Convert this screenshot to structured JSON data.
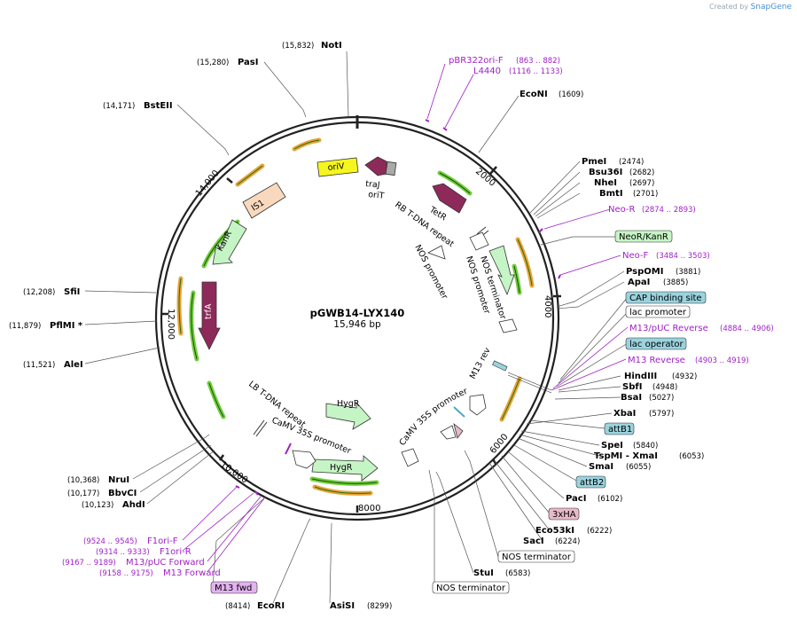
{
  "watermark": {
    "prefix": "Created by",
    "brand": "SnapGene"
  },
  "plasmid": {
    "name": "pGWB14-LYX140",
    "size": "15,946 bp",
    "length": 15946
  },
  "colors": {
    "backbone": "#222222",
    "enzyme": "#000000",
    "primer": "#a020c8",
    "orange_feature": "#e7a437",
    "green_feature": "#6fcf3a",
    "trfA": "#8e2a5a",
    "TetR": "#8e2a5a",
    "traJ": "#8e2a5a",
    "oriV": "#f6f51e",
    "IS1": "#f9d9bd",
    "KanR": "#c6f5c5",
    "HygR": "#c6f5c5",
    "NeoR": "#c6f5c5"
  },
  "ticks": [
    "2000",
    "4000",
    "6000",
    "8000",
    "10,000",
    "12,000",
    "14,000"
  ],
  "enzymes": [
    {
      "pos": "(15,832)",
      "name": "NotI"
    },
    {
      "pos": "(15,280)",
      "name": "PasI"
    },
    {
      "pos": "(14,171)",
      "name": "BstEII"
    },
    {
      "pos": "(12,208)",
      "name": "SfiI"
    },
    {
      "pos": "(11,879)",
      "name": "PflMI *"
    },
    {
      "pos": "(11,521)",
      "name": "AleI"
    },
    {
      "pos": "(10,368)",
      "name": "NruI"
    },
    {
      "pos": "(10,177)",
      "name": "BbvCI"
    },
    {
      "pos": "(10,123)",
      "name": "AhdI"
    },
    {
      "pos": "(8414)",
      "name": "EcoRI"
    },
    {
      "pos": "(8299)",
      "name": "AsiSI"
    },
    {
      "pos": "(1609)",
      "name": "EcoNI"
    },
    {
      "pos": "(2474)",
      "name": "PmeI"
    },
    {
      "pos": "(2682)",
      "name": "Bsu36I"
    },
    {
      "pos": "(2697)",
      "name": "NheI"
    },
    {
      "pos": "(2701)",
      "name": "BmtI"
    },
    {
      "pos": "(3881)",
      "name": "PspOMI"
    },
    {
      "pos": "(3885)",
      "name": "ApaI"
    },
    {
      "pos": "(4932)",
      "name": "HindIII"
    },
    {
      "pos": "(4948)",
      "name": "SbfI"
    },
    {
      "pos": "(5027)",
      "name": "BsaI"
    },
    {
      "pos": "(5797)",
      "name": "XbaI"
    },
    {
      "pos": "(5840)",
      "name": "SpeI"
    },
    {
      "pos": "(6053)",
      "name": "TspMI - XmaI"
    },
    {
      "pos": "(6055)",
      "name": "SmaI"
    },
    {
      "pos": "(6102)",
      "name": "PacI"
    },
    {
      "pos": "(6222)",
      "name": "Eco53kI"
    },
    {
      "pos": "(6224)",
      "name": "SacI"
    },
    {
      "pos": "(6583)",
      "name": "StuI"
    }
  ],
  "primers": [
    {
      "name": "pBR322ori-F",
      "pos": "(863 .. 882)"
    },
    {
      "name": "L4440",
      "pos": "(1116 .. 1133)"
    },
    {
      "name": "Neo-R",
      "pos": "(2874 .. 2893)"
    },
    {
      "name": "Neo-F",
      "pos": "(3484 .. 3503)"
    },
    {
      "name": "M13/pUC Reverse",
      "pos": "(4884 .. 4906)"
    },
    {
      "name": "M13 Reverse",
      "pos": "(4903 .. 4919)"
    },
    {
      "name": "F1ori-F",
      "pos": "(9524 .. 9545)"
    },
    {
      "name": "F1ori-R",
      "pos": "(9314 .. 9333)"
    },
    {
      "name": "M13/pUC Forward",
      "pos": "(9167 .. 9189)"
    },
    {
      "name": "M13 Forward",
      "pos": "(9158 .. 9175)"
    }
  ],
  "boxed_labels": [
    {
      "text": "NeoR/KanR",
      "style": "green"
    },
    {
      "text": "CAP binding site",
      "style": "blue"
    },
    {
      "text": "lac promoter",
      "style": "white"
    },
    {
      "text": "lac operator",
      "style": "blue"
    },
    {
      "text": "attB1",
      "style": "blue"
    },
    {
      "text": "attB2",
      "style": "blue"
    },
    {
      "text": "3xHA",
      "style": "pink"
    },
    {
      "text": "NOS terminator",
      "style": "white"
    },
    {
      "text": "NOS terminator",
      "style": "white"
    },
    {
      "text": "M13 fwd",
      "style": "purple"
    }
  ],
  "features": {
    "oriV": "oriV",
    "traJ": "traJ",
    "oriT": "oriT",
    "TetR": "TetR",
    "RB": "RB T-DNA repeat",
    "NOSprom1": "NOS promoter",
    "NOSprom2": "NOS promoter",
    "NOSterm": "NOS terminator",
    "M13rev": "M13 rev",
    "CaMV35S_1": "CaMV 35S promoter",
    "CaMV35S_2": "CaMV 35S promoter",
    "LB": "LB T-DNA repeat",
    "HygR1": "HygR",
    "HygR2": "HygR",
    "IS1": "IS1",
    "KanR": "KanR",
    "trfA": "trfA"
  }
}
